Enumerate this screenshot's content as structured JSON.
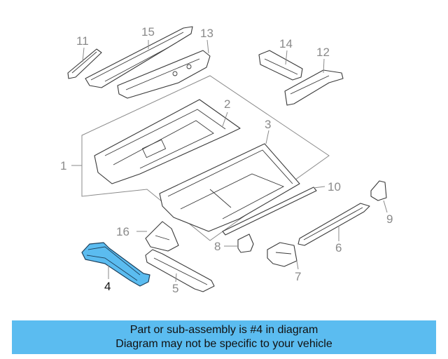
{
  "diagram": {
    "callouts": {
      "c1": "1",
      "c2": "2",
      "c3": "3",
      "c4": "4",
      "c5": "5",
      "c6": "6",
      "c7": "7",
      "c8": "8",
      "c9": "9",
      "c10": "10",
      "c11": "11",
      "c12": "12",
      "c13": "13",
      "c14": "14",
      "c15": "15",
      "c16": "16"
    },
    "highlighted_part": "4",
    "highlight_color": "#5bbcf0"
  },
  "banner": {
    "line1": "Part or sub-assembly is #4 in diagram",
    "line2": "Diagram may not be specific to your vehicle",
    "background": "#5bbcf0"
  }
}
